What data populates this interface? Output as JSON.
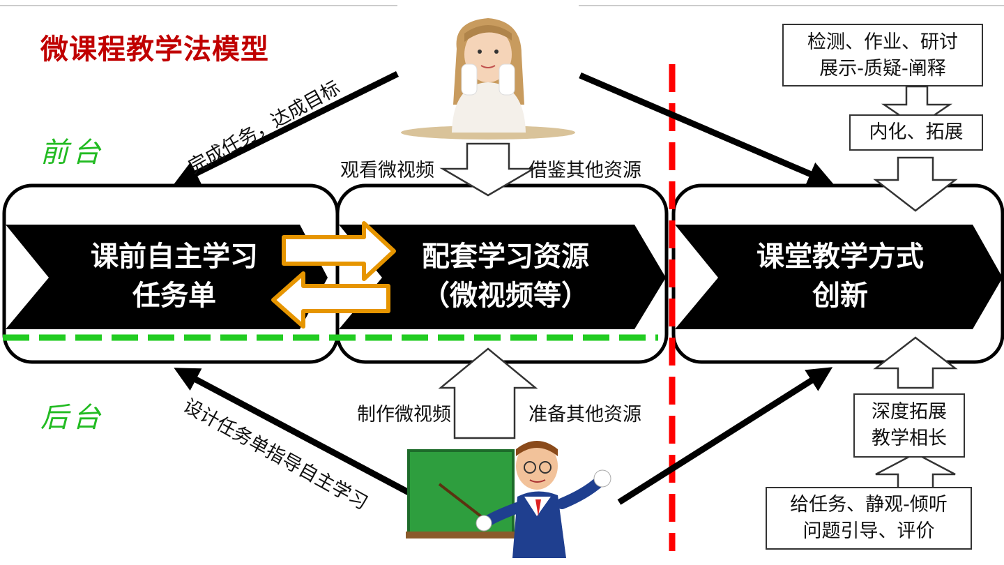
{
  "title": "微课程教学法模型",
  "stages": {
    "front": "前台",
    "back": "后台"
  },
  "blocks": {
    "task_sheet": {
      "line1": "课前自主学习",
      "line2": "任务单"
    },
    "resources": {
      "line1": "配套学习资源",
      "line2": "（微视频等）"
    },
    "classroom": {
      "line1": "课堂教学方式",
      "line2": "创新"
    }
  },
  "labels": {
    "complete_task": "完成任务，达成目标",
    "watch_video": "观看微视频",
    "borrow_resources": "借鉴其他资源",
    "make_video": "制作微视频",
    "prepare_resources": "准备其他资源",
    "design_task": "设计任务单指导自主学习"
  },
  "right_boxes": {
    "top": {
      "line1": "检测、作业、研讨",
      "line2": "展示-质疑-阐释"
    },
    "internalize": "内化、拓展",
    "deepen": {
      "line1": "深度拓展",
      "line2": "教学相长"
    },
    "bottom": {
      "line1": "给任务、静观-倾听",
      "line2": "问题引导、评价"
    }
  },
  "colors": {
    "title": "#c00000",
    "stage_label": "#22bb22",
    "dashed_divider": "#22cc22",
    "vertical_divider": "#ff0000",
    "exchange_arrow": "#e69500",
    "block": "#000000"
  },
  "icons": [
    "student-illustration",
    "teacher-illustration"
  ]
}
